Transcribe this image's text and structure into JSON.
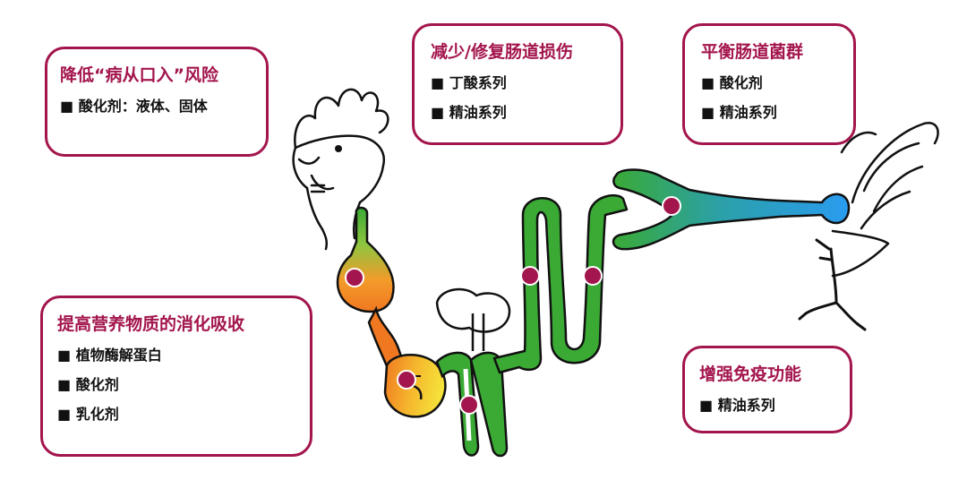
{
  "colors": {
    "accent": "#a3154d",
    "marker": "#a3154d",
    "line": "#111111",
    "gut_green": "#3aaa35",
    "gut_orange": "#f07820",
    "gut_yellow": "#f5e13a",
    "gut_blue": "#2a9cf0"
  },
  "boxes": {
    "disease": {
      "title": "降低“病从口入”风险",
      "items": [
        "■ 酸化剂：液体、固体"
      ]
    },
    "repair": {
      "title": "减少/修复肠道损伤",
      "items": [
        "■ 丁酸系列",
        "■ 精油系列"
      ]
    },
    "balance": {
      "title": "平衡肠道菌群",
      "items": [
        "■ 酸化剂",
        "■ 精油系列"
      ]
    },
    "digest": {
      "title": "提高营养物质的消化吸收",
      "items": [
        "■ 植物酶解蛋白",
        "■ 酸化剂",
        "■ 乳化剂"
      ]
    },
    "immune": {
      "title": "增强免疫功能",
      "items": [
        "■ 精油系列"
      ]
    }
  },
  "icons": [
    "chicken-head-icon",
    "chicken-tail-icon",
    "chicken-foot-icon",
    "digestive-tract-icon",
    "site-marker-icon"
  ]
}
